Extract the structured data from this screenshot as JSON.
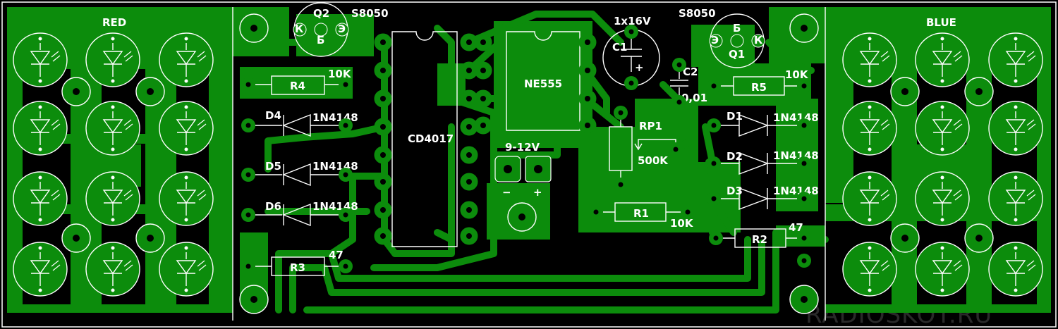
{
  "board": {
    "copper_color": "#0c8c0c",
    "background_color": "#000000",
    "silk_color": "#ffffff",
    "watermark": "RADIOSKOT.RU"
  },
  "labels": {
    "red": "RED",
    "blue": "BLUE",
    "q2": "Q2",
    "q2_type": "S8050",
    "q1": "Q1",
    "q1_type": "S8050",
    "c1": "C1",
    "c1_value": "1x16V",
    "c2": "C2",
    "c2_value": "0,01",
    "r4": "R4",
    "r4_value": "10K",
    "r5": "R5",
    "r5_value": "10K",
    "d4": "D4",
    "d4_value": "1N4148",
    "d5": "D5",
    "d5_value": "1N4148",
    "d6": "D6",
    "d6_value": "1N4148",
    "d1": "D1",
    "d1_value": "1N4148",
    "d2": "D2",
    "d2_value": "1N4148",
    "d3": "D3",
    "d3_value": "1N4148",
    "r3": "R3",
    "r3_value": "47",
    "r2": "R2",
    "r2_value": "47",
    "r1": "R1",
    "r1_value": "10K",
    "rp1": "RP1",
    "rp1_value": "500K",
    "ic1": "CD4017",
    "ic2": "NE555",
    "supply": "9-12V",
    "minus": "−",
    "plus": "+",
    "q2_pins": [
      "К",
      "Б",
      "Э"
    ],
    "q1_pins": [
      "Э",
      "Б",
      "К"
    ],
    "c1_plus": "+"
  }
}
